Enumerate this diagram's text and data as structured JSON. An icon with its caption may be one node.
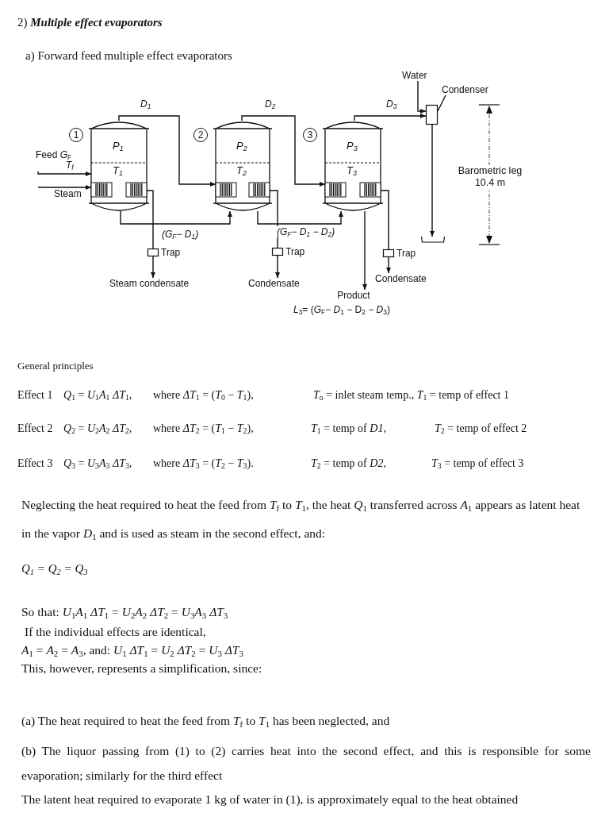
{
  "diagram": {
    "title": "2) **Multiple effect evaporators**",
    "nodes": [
      {
        "text": [
          "P$_{1}$",
          "T$_{1}$"
        ],
        "beside": [
          "1"
        ]
      },
      {
        "text": [
          "P$_{2}$",
          "T$_{2}$"
        ],
        "beside": [
          "2"
        ]
      },
      {
        "text": [
          "P$_{3}$",
          "T$_{3}$"
        ],
        "beside": [
          "3"
        ]
      },
      {
        "text": [],
        "shape": "box"
      },
      {
        "text": [
          "Condenser"
        ]
      },
      {
        "text": [
          "Water"
        ]
      },
      {
        "text": [
          "Feed *G*$_{F}$",
          "T$_{f}$"
        ]
      },
      {
        "text": [
          "Steam"
        ]
      },
      {
        "text": [],
        "shape": "box",
        "beside": [
          "Trap"
        ]
      },
      {
        "text": [],
        "shape": "box",
        "beside": [
          "Trap"
        ]
      },
      {
        "text": [],
        "shape": "box",
        "beside": [
          "Trap"
        ]
      },
      {
        "text": [
          "Steam condensate"
        ]
      },
      {
        "text": [
          "Condensate"
        ]
      },
      {
        "text": [
          "Condensate"
        ]
      },
      {
        "text": [
          "Product",
          "*L*$_{3}$= (*G*$_{F}$− *D*$_{1}$ − D$_{2}$ − *D*$_{3}$)"
        ]
      },
      {
        "text": [],
        "shape": "bar"
      }
    ],
    "edges": [
      {
        "from": 0,
        "to": 1,
        "arrow": "to",
        "label": "D$_{1}$"
      },
      {
        "from": 1,
        "to": 2,
        "arrow": "to",
        "label": "D$_{2}$"
      },
      {
        "from": 2,
        "to": 3,
        "arrow": "to",
        "label": "D$_{3}$"
      },
      {
        "from": 5,
        "to": 3,
        "arrow": "to"
      },
      {
        "from": 4,
        "to": 3,
        "arrow": "none"
      },
      {
        "from": 6,
        "to": 0,
        "arrow": "to"
      },
      {
        "from": 7,
        "to": 0,
        "arrow": "to"
      },
      {
        "from": 0,
        "to": 1,
        "arrow": "to",
        "label": "(G$_{F}$− D$_{1}$)"
      },
      {
        "from": 1,
        "to": 2,
        "arrow": "to",
        "label": "(G$_{F}$− D$_{1}$ − D$_{2}$)"
      },
      {
        "from": 0,
        "to": 8,
        "arrow": "none"
      },
      {
        "from": 8,
        "to": 11,
        "arrow": "to"
      },
      {
        "from": 1,
        "to": 9,
        "arrow": "none"
      },
      {
        "from": 9,
        "to": 12,
        "arrow": "to"
      },
      {
        "from": 2,
        "to": 10,
        "arrow": "none"
      },
      {
        "from": 10,
        "to": 13,
        "arrow": "to"
      },
      {
        "from": 2,
        "to": 14,
        "arrow": "to"
      },
      {
        "from": 3,
        "to": 15,
        "arrow": "to"
      }
    ],
    "labels": [
      "a) Forward feed multiple effect evaporators",
      "Barometric leg 10.4 m",
      "General principles",
      "Effect 1",
      "*Q*$_{1}$ = *U*$_{1}$*A*$_{1}$ *ΔT*$_{1}$,",
      "where *ΔT*$_{1}$ = (*T*$_{0}$ − *T*$_{1}$),",
      "*T*$_{o}$ = inlet steam temp., *T*$_{1}$ = temp of effect 1",
      "Effect 2",
      "*Q*$_{2}$ = *U*$_{2}$*A*$_{2}$ *ΔT*$_{2}$,",
      "where *ΔT*$_{2}$ = (*T*$_{1}$ − *T*$_{2}$),",
      "*T*$_{1}$ = temp of *D1*,",
      "*T*$_{2}$ = temp of effect 2",
      "Effect 3",
      "*Q*$_{3}$ = *U*$_{3}$*A*$_{3}$ *ΔT*$_{3}$,",
      "where *ΔT*$_{3}$ = (*T*$_{2}$ − *T*$_{3}$).",
      "*T*$_{2}$ = temp of *D2*,",
      "*T*$_{3}$ = temp of effect 3",
      "Neglecting the heat required to heat the feed from *T*$_{f}$ to *T*$_{1}$, the heat *Q*$_{1}$ transferred across *A*$_{1}$ appears as latent heat in the vapor *D*$_{1}$ and is used as steam in the second effect, and:",
      "*Q*$_{1}$ = *Q*$_{2}$ = *Q*$_{3}$",
      "So that: *U*$_{1}$*A*$_{1}$ *ΔT*$_{1}$ = *U*$_{2}$*A*$_{2}$ *ΔT*$_{2}$ = *U*$_{3}$*A*$_{3}$ *ΔT*$_{3}$",
      "If the individual effects are identical,",
      "*A*$_{1}$ = *A*$_{2}$ = *A*$_{3}$, and: *U*$_{1}$ *ΔT*$_{1}$ = *U*$_{2}$ *ΔT*$_{2}$ = *U*$_{3}$ *ΔT*$_{3}$",
      "This, however, represents a simplification, since:",
      "(a) The heat required to heat the feed from *T*$_{f}$ to *T*$_{1}$ has been neglected, and",
      "(b) The liquor passing from (1) to (2) carries heat into the second effect, and this is responsible for some evaporation; similarly for the third effect",
      "The latent heat required to evaporate 1 kg of water in (1), is approximately equal to the heat obtained"
    ]
  }
}
